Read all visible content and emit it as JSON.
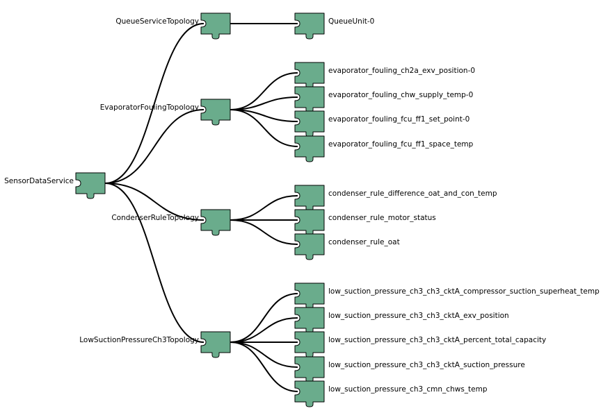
{
  "colors": {
    "node_fill": "#6aac8c",
    "edge": "#000000",
    "background": "#ffffff"
  },
  "icon": "puzzle-piece-icon",
  "nodes": {
    "root": "SensorDataService",
    "queue_service": "QueueServiceTopology",
    "queue_unit": "QueueUnit-0",
    "evaporator_fouling": "EvaporatorFoulingTopology",
    "evap_1": "evaporator_fouling_ch2a_exv_position-0",
    "evap_2": "evaporator_fouling_chw_supply_temp-0",
    "evap_3": "evaporator_fouling_fcu_ff1_set_point-0",
    "evap_4": "evaporator_fouling_fcu_ff1_space_temp",
    "condenser_rule": "CondenserRuleTopology",
    "cond_1": "condenser_rule_difference_oat_and_con_temp",
    "cond_2": "condenser_rule_motor_status",
    "cond_3": "condenser_rule_oat",
    "low_suction": "LowSuctionPressureCh3Topology",
    "lsp_1": "low_suction_pressure_ch3_ch3_cktA_compressor_suction_superheat_temp",
    "lsp_2": "low_suction_pressure_ch3_ch3_cktA_exv_position",
    "lsp_3": "low_suction_pressure_ch3_ch3_cktA_percent_total_capacity",
    "lsp_4": "low_suction_pressure_ch3_ch3_cktA_suction_pressure",
    "lsp_5": "low_suction_pressure_ch3_cmn_chws_temp"
  },
  "edges": [
    [
      "root",
      "queue_service"
    ],
    [
      "root",
      "evaporator_fouling"
    ],
    [
      "root",
      "condenser_rule"
    ],
    [
      "root",
      "low_suction"
    ],
    [
      "queue_service",
      "queue_unit"
    ],
    [
      "evaporator_fouling",
      "evap_1"
    ],
    [
      "evaporator_fouling",
      "evap_2"
    ],
    [
      "evaporator_fouling",
      "evap_3"
    ],
    [
      "evaporator_fouling",
      "evap_4"
    ],
    [
      "condenser_rule",
      "cond_1"
    ],
    [
      "condenser_rule",
      "cond_2"
    ],
    [
      "condenser_rule",
      "cond_3"
    ],
    [
      "low_suction",
      "lsp_1"
    ],
    [
      "low_suction",
      "lsp_2"
    ],
    [
      "low_suction",
      "lsp_3"
    ],
    [
      "low_suction",
      "lsp_4"
    ],
    [
      "low_suction",
      "lsp_5"
    ]
  ]
}
